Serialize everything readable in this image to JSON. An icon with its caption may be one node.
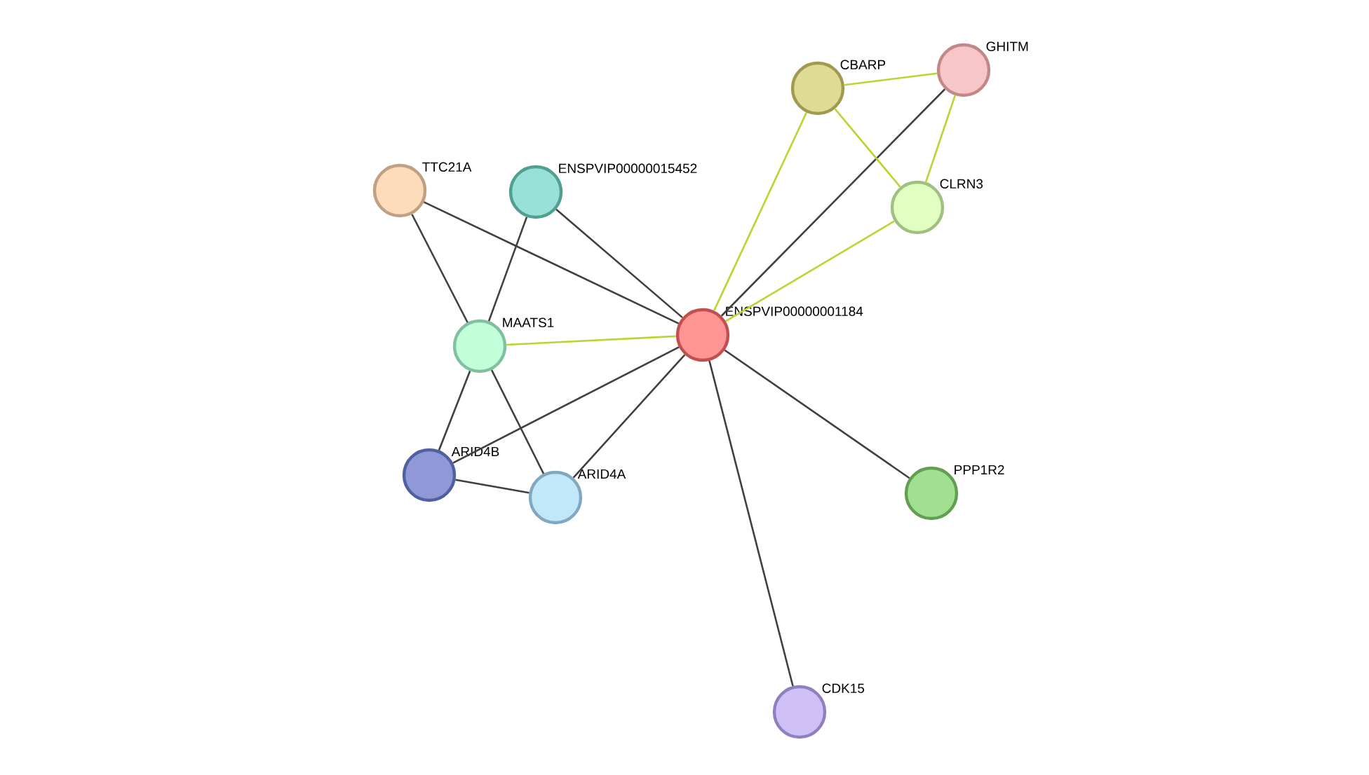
{
  "diagram": {
    "nodes": [
      {
        "text": [
          "ENSPVIP00000001184"
        ]
      },
      {
        "text": [
          "CBARP"
        ]
      },
      {
        "text": [
          "GHITM"
        ]
      },
      {
        "text": [
          "CLRN3"
        ]
      },
      {
        "text": [
          "TTC21A"
        ]
      },
      {
        "text": [
          "ENSPVIP00000015452"
        ]
      },
      {
        "text": [
          "MAATS1"
        ]
      },
      {
        "text": [
          "ARID4B"
        ]
      },
      {
        "text": [
          "ARID4A"
        ]
      },
      {
        "text": [
          "PPP1R2"
        ]
      },
      {
        "text": [
          "CDK15"
        ]
      }
    ],
    "edges": [
      {
        "from": 0,
        "to": 1,
        "arrow": "none",
        "color": "#b8d630"
      },
      {
        "from": 0,
        "to": 2,
        "arrow": "none"
      },
      {
        "from": 1,
        "to": 2,
        "arrow": "none",
        "color": "#b8d630"
      },
      {
        "from": 1,
        "to": 3,
        "arrow": "none",
        "color": "#b8d630"
      },
      {
        "from": 2,
        "to": 3,
        "arrow": "none",
        "color": "#b8d630"
      },
      {
        "from": 0,
        "to": 3,
        "arrow": "none",
        "color": "#b8d630"
      },
      {
        "from": 4,
        "to": 0,
        "arrow": "none"
      },
      {
        "from": 5,
        "to": 0,
        "arrow": "none"
      },
      {
        "from": 4,
        "to": 6,
        "arrow": "none"
      },
      {
        "from": 5,
        "to": 6,
        "arrow": "none"
      },
      {
        "from": 6,
        "to": 0,
        "arrow": "none",
        "color": "#b8d630"
      },
      {
        "from": 6,
        "to": 7,
        "arrow": "none"
      },
      {
        "from": 6,
        "to": 8,
        "arrow": "none"
      },
      {
        "from": 7,
        "to": 8,
        "arrow": "none"
      },
      {
        "from": 7,
        "to": 0,
        "arrow": "none"
      },
      {
        "from": 8,
        "to": 0,
        "arrow": "none"
      },
      {
        "from": 0,
        "to": 9,
        "arrow": "none"
      },
      {
        "from": 0,
        "to": 10,
        "arrow": "none"
      }
    ]
  }
}
